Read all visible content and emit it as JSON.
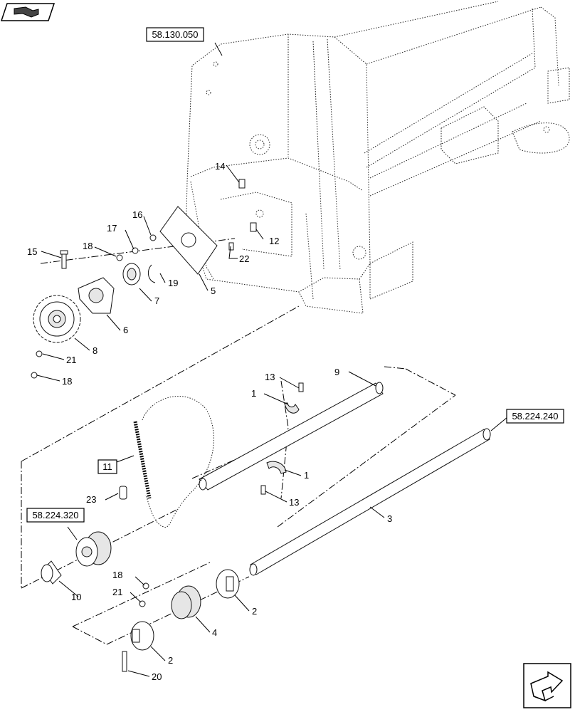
{
  "references": {
    "frame": "58.130.050",
    "shaft": "58.224.240",
    "sprocket_assy": "58.224.320"
  },
  "callouts": {
    "c1a": "1",
    "c1b": "1",
    "c2a": "2",
    "c2b": "2",
    "c3": "3",
    "c4": "4",
    "c5": "5",
    "c6": "6",
    "c7": "7",
    "c8": "8",
    "c9": "9",
    "c10": "10",
    "c11": "11",
    "c12": "12",
    "c13a": "13",
    "c13b": "13",
    "c14": "14",
    "c15": "15",
    "c16": "16",
    "c17": "17",
    "c18a": "18",
    "c18b": "18",
    "c18c": "18",
    "c19": "19",
    "c20": "20",
    "c21a": "21",
    "c21b": "21",
    "c22": "22",
    "c23": "23"
  },
  "icons": {
    "top_left": "book-view-icon",
    "bottom_right": "navigation-arrow-icon"
  }
}
